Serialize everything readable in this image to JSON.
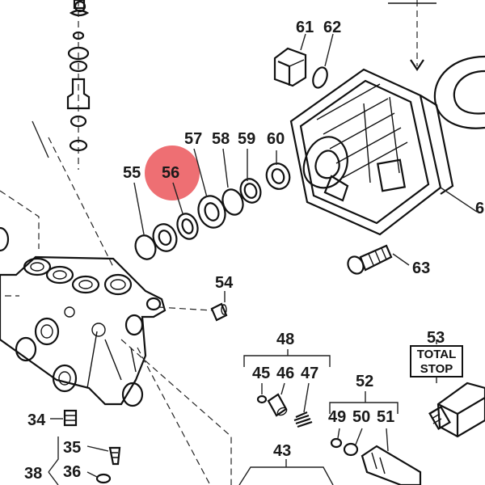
{
  "diagram": {
    "highlight_color": "#e8383d",
    "highlighted_part": "56",
    "part_labels": [
      {
        "id": "61",
        "text": "61"
      },
      {
        "id": "62",
        "text": "62"
      },
      {
        "id": "57",
        "text": "57"
      },
      {
        "id": "58",
        "text": "58"
      },
      {
        "id": "59",
        "text": "59"
      },
      {
        "id": "60",
        "text": "60"
      },
      {
        "id": "55",
        "text": "55"
      },
      {
        "id": "56",
        "text": "56"
      },
      {
        "id": "6",
        "text": "6"
      },
      {
        "id": "63",
        "text": "63"
      },
      {
        "id": "54",
        "text": "54"
      },
      {
        "id": "48",
        "text": "48"
      },
      {
        "id": "45",
        "text": "45"
      },
      {
        "id": "46",
        "text": "46"
      },
      {
        "id": "47",
        "text": "47"
      },
      {
        "id": "53",
        "text": "53"
      },
      {
        "id": "52",
        "text": "52"
      },
      {
        "id": "49",
        "text": "49"
      },
      {
        "id": "50",
        "text": "50"
      },
      {
        "id": "51",
        "text": "51"
      },
      {
        "id": "34",
        "text": "34"
      },
      {
        "id": "35",
        "text": "35"
      },
      {
        "id": "36",
        "text": "36"
      },
      {
        "id": "38",
        "text": "38"
      },
      {
        "id": "43",
        "text": "43"
      }
    ],
    "total_stop": {
      "line1": "TOTAL",
      "line2": "STOP"
    }
  }
}
